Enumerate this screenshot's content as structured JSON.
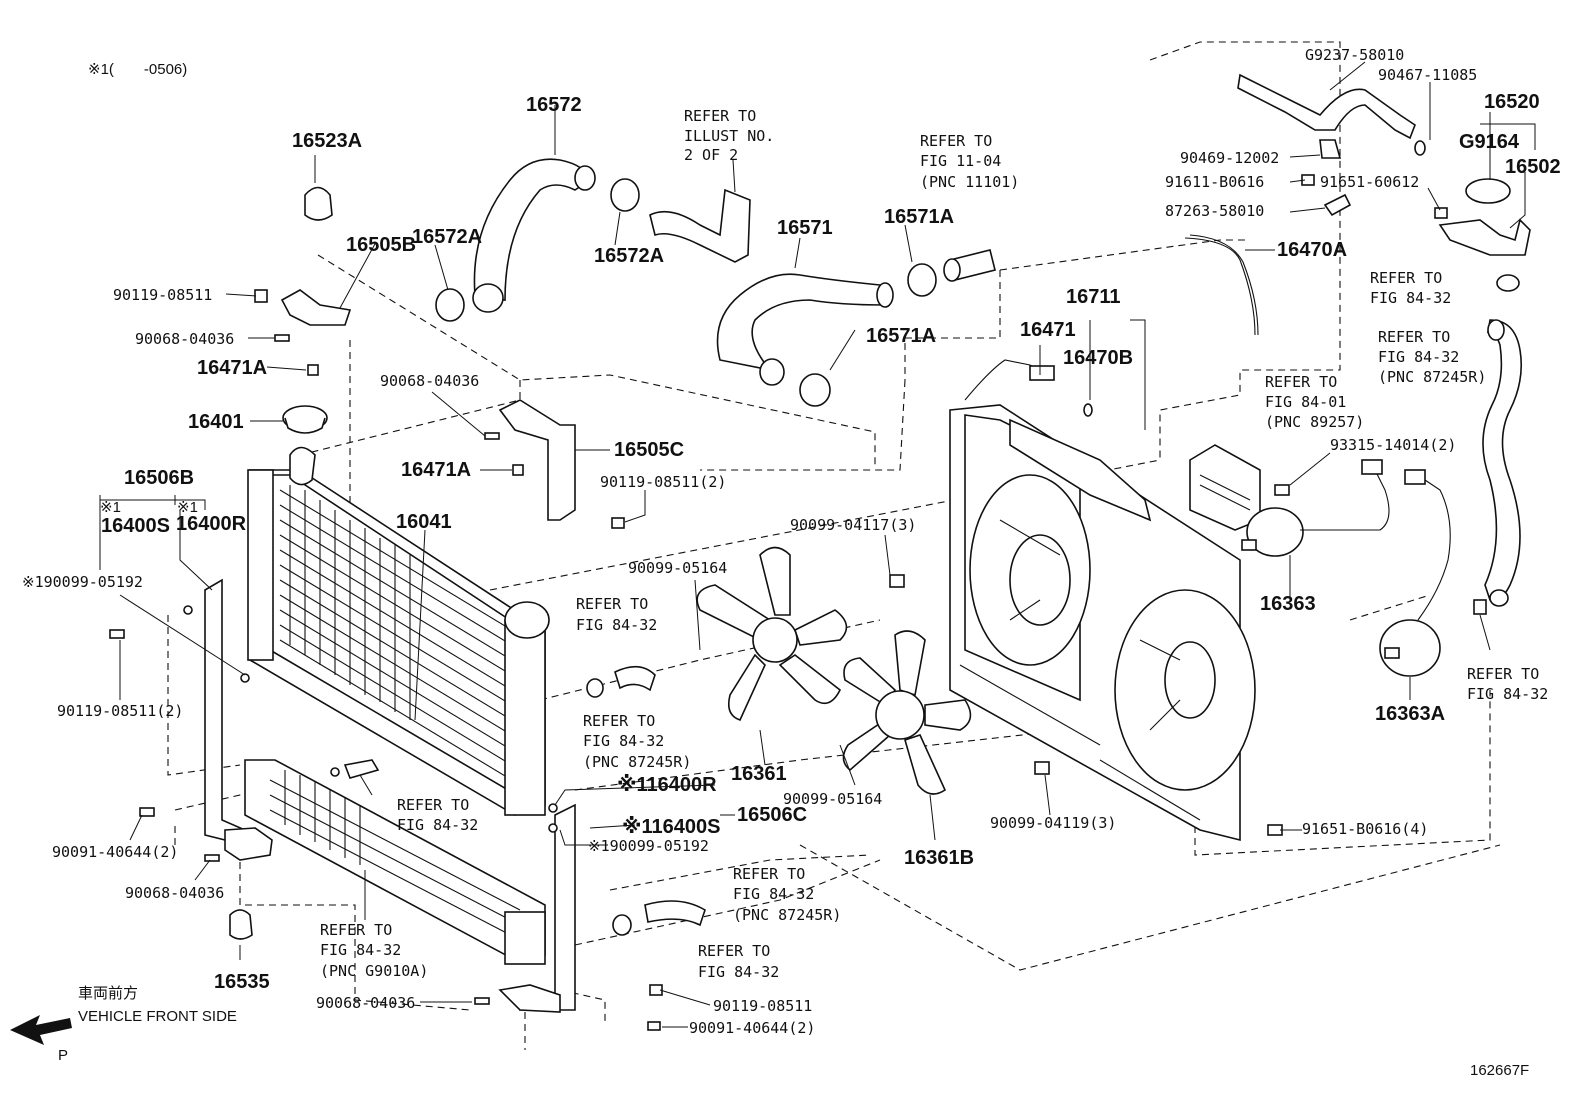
{
  "header_note": "※1(　　-0506)",
  "diagram_id": "162667F",
  "direction": {
    "jp": "車両前方",
    "en": "VEHICLE FRONT SIDE",
    "mark": "P"
  },
  "labels": {
    "g9237": "G9237-58010",
    "p90467": "90467-11085",
    "p16520": "16520",
    "g9164": "G9164",
    "p16502": "16502",
    "p90469": "90469-12002",
    "p91611": "91611-B0616",
    "p91651a": "91651-60612",
    "p87263": "87263-58010",
    "p16470a": "16470A",
    "ref_fig8432_a": [
      "REFER TO",
      "FIG 84-32"
    ],
    "ref_fig8432_pnc_a": [
      "REFER TO",
      "FIG 84-32",
      "(PNC 87245R)"
    ],
    "ref_fig8401": [
      "REFER TO",
      "FIG 84-01",
      "(PNC 89257)"
    ],
    "p93315": "93315-14014(2)",
    "p16363": "16363",
    "p16363a": "16363A",
    "ref_fig8432_b": [
      "REFER TO",
      "FIG 84-32"
    ],
    "p16711": "16711",
    "p16471": "16471",
    "p16470b": "16470B",
    "p16572": "16572",
    "ref_illust": [
      "REFER TO",
      "ILLUST NO.",
      "2 OF 2"
    ],
    "ref_fig1104": [
      "REFER TO",
      "FIG 11-04",
      "(PNC 11101)"
    ],
    "p16523a": "16523A",
    "p16505b": "16505B",
    "p16572a_1": "16572A",
    "p16572a_2": "16572A",
    "p16571": "16571",
    "p16571a_1": "16571A",
    "p16571a_2": "16571A",
    "p90119_a": "90119-08511",
    "p90068_a": "90068-04036",
    "p16471a_1": "16471A",
    "p90068_b": "90068-04036",
    "p16401": "16401",
    "p16505c": "16505C",
    "p16471a_2": "16471A",
    "p90119_b": "90119-08511(2)",
    "p16506b": "16506B",
    "mark1_a": "※1",
    "mark1_b": "※1",
    "p16400s": "16400S",
    "p16400r": "16400R",
    "p90099_05192_a": "※190099-05192",
    "p16041": "16041",
    "p90099_04117": "90099-04117(3)",
    "p90099_05164_a": "90099-05164",
    "ref_fig8432_c": [
      "REFER TO",
      "FIG 84-32"
    ],
    "p90119_c": "90119-08511(2)",
    "ref_fig8432_pnc_b": [
      "REFER TO",
      "FIG 84-32",
      "(PNC 87245R)"
    ],
    "p16361": "16361",
    "p90099_05164_b": "90099-05164",
    "p90099_04119": "90099-04119(3)",
    "p91651b": "91651-B0616(4)",
    "p16361b": "16361B",
    "ref_fig8432_d": [
      "REFER TO",
      "FIG 84-32"
    ],
    "p16400r_2": "※116400R",
    "p16506c": "16506C",
    "p16400s_2": "※116400S",
    "p90099_05192_b": "※190099-05192",
    "p90091_a": "90091-40644(2)",
    "p90068_c": "90068-04036",
    "p16535": "16535",
    "ref_fig8432_pnc_g": [
      "REFER TO",
      "FIG 84-32",
      "(PNC G9010A)"
    ],
    "ref_fig8432_pnc_c": [
      "REFER TO",
      "FIG 84-32",
      "(PNC 87245R)"
    ],
    "ref_fig8432_e": [
      "REFER TO",
      "FIG 84-32"
    ],
    "p90068_d": "90068-04036",
    "p90119_d": "90119-08511",
    "p90091_b": "90091-40644(2)"
  }
}
